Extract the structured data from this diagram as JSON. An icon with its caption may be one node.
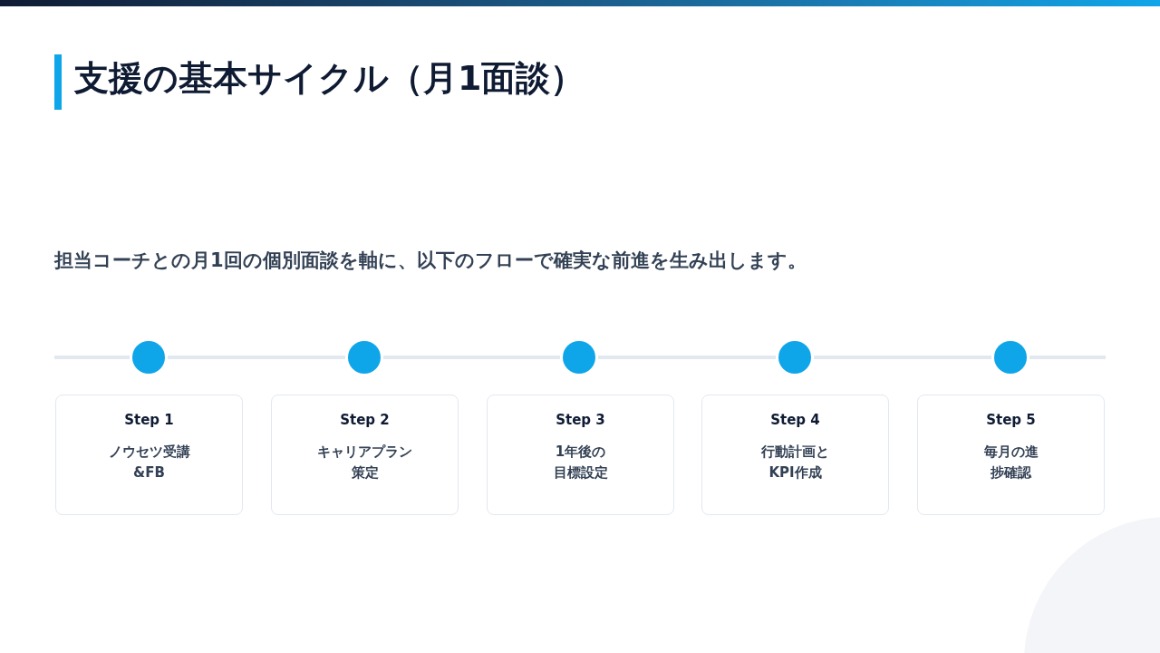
{
  "diagram": {
    "title": "支援の基本サイクル（月1面談）",
    "nodes": [
      {
        "text": [],
        "shape": "circle"
      },
      {
        "text": [],
        "shape": "circle"
      },
      {
        "text": [],
        "shape": "circle"
      },
      {
        "text": [],
        "shape": "circle"
      },
      {
        "text": [],
        "shape": "circle"
      },
      {
        "text": [
          "Step 1",
          "ノウセツ受講&FB"
        ]
      },
      {
        "text": [
          "Step 2",
          "キャリアプラン策定"
        ]
      },
      {
        "text": [
          "Step 3",
          "1年後の目標設定"
        ]
      },
      {
        "text": [
          "Step 4",
          "行動計画とKPI作成"
        ]
      },
      {
        "text": [
          "Step 5",
          "毎月の進捗確認"
        ]
      }
    ],
    "edges": [
      {
        "from": 0,
        "to": 1,
        "arrow": "none"
      },
      {
        "from": 1,
        "to": 2,
        "arrow": "none"
      },
      {
        "from": 2,
        "to": 3,
        "arrow": "none"
      },
      {
        "from": 3,
        "to": 4,
        "arrow": "none"
      }
    ],
    "labels": [
      "担当コーチとの月1回の個別面談を軸に、以下のフローで確実な前進を生み出します。"
    ]
  }
}
